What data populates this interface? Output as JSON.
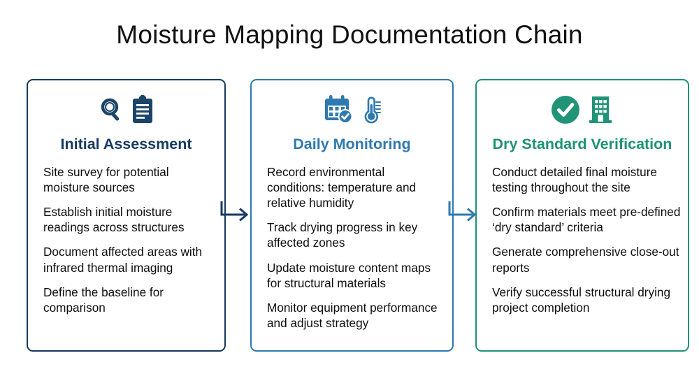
{
  "title": "Moisture Mapping Documentation Chain",
  "colors": {
    "stage1": "#163A5F",
    "stage2": "#2E79AF",
    "stage3": "#1E9175",
    "body_text": "#0d0d0d",
    "title_text": "#111111",
    "background": "#ffffff"
  },
  "stages": [
    {
      "id": "initial-assessment",
      "title": "Initial Assessment",
      "accent": "#163A5F",
      "icons": [
        "magnifier-icon",
        "clipboard-icon"
      ],
      "items": [
        "Site survey for potential moisture sources",
        "Establish initial moisture readings across structures",
        "Document affected areas with infrared thermal imaging",
        "Define the baseline for comparison"
      ]
    },
    {
      "id": "daily-monitoring",
      "title": "Daily Monitoring",
      "accent": "#2E79AF",
      "icons": [
        "calendar-check-icon",
        "thermometer-icon"
      ],
      "items": [
        "Record environmental conditions: temperature and relative humidity",
        "Track drying progress in key affected zones",
        "Update moisture content maps for structural materials",
        "Monitor equipment performance and adjust strategy"
      ]
    },
    {
      "id": "dry-standard-verification",
      "title": "Dry Standard Verification",
      "accent": "#1E9175",
      "icons": [
        "check-circle-icon",
        "building-icon"
      ],
      "items": [
        "Conduct detailed final moisture testing throughout the site",
        "Confirm materials meet pre-defined ‘dry standard’ criteria",
        "Generate comprehensive close-out reports",
        "Verify successful structural drying project completion"
      ]
    }
  ],
  "connectors": [
    {
      "id": "connector-1-to-2",
      "from": "initial-assessment",
      "to": "daily-monitoring",
      "color": "#163A5F"
    },
    {
      "id": "connector-2-to-3",
      "from": "daily-monitoring",
      "to": "dry-standard-verification",
      "color": "#2E79AF"
    }
  ]
}
